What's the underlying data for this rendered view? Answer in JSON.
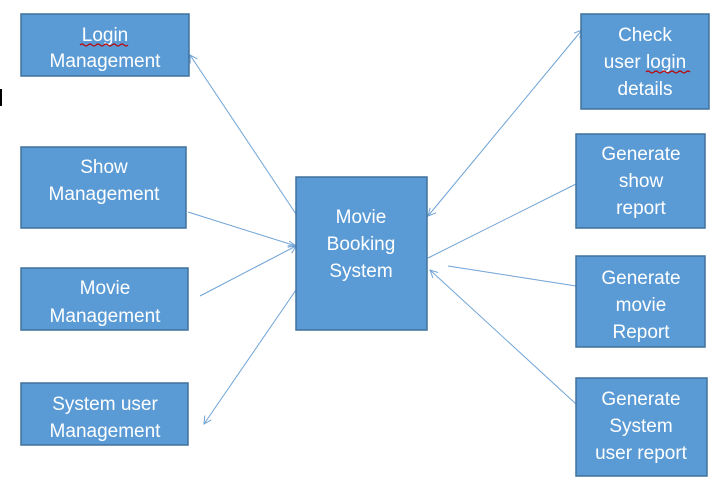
{
  "nodes": {
    "center": {
      "lines": [
        "Movie",
        "Booking",
        "System"
      ]
    },
    "login": {
      "lines": [
        "Login",
        "Management"
      ]
    },
    "show": {
      "lines": [
        "Show",
        "Management"
      ]
    },
    "movie": {
      "lines": [
        "Movie",
        "Management"
      ]
    },
    "sysuser": {
      "lines": [
        "System user",
        "Management"
      ]
    },
    "check": {
      "lines": [
        "Check",
        "user login",
        "details"
      ]
    },
    "genshow": {
      "lines": [
        "Generate",
        "show",
        "report"
      ]
    },
    "genmovie": {
      "lines": [
        "Generate",
        "movie",
        "Report"
      ]
    },
    "gensys": {
      "lines": [
        "Generate",
        "System",
        "user report"
      ]
    }
  },
  "colors": {
    "box_fill": "#5b9bd5",
    "box_border": "#41719c",
    "arrow": "#6fa3d6",
    "text": "#ffffff"
  }
}
